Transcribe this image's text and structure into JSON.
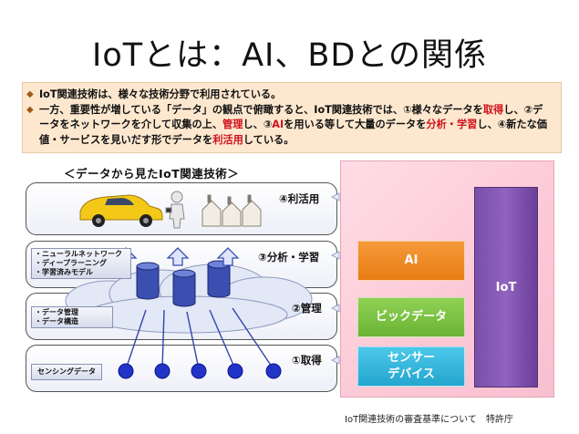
{
  "title": "IoTとは：AI、BDとの関係",
  "bullets": {
    "b1": "IoT関連技術は、様々な技術分野で利用されている。",
    "b2_a": "一方、重要性が増している「データ」の観点で俯瞰すると、IoT関連技術では、①様々なデータを",
    "b2_red1": "取得",
    "b2_b": "し、②データをネットワークを介して収集の上、",
    "b2_red2": "管理",
    "b2_c": "し、③",
    "b2_red3": "AI",
    "b2_d": "を用いる等して大量のデータを",
    "b2_red4": "分析・学習",
    "b2_e": "し、④新たな価値・サービスを見いだす形でデータを",
    "b2_red5": "利活用",
    "b2_f": "している。"
  },
  "diagram": {
    "title": "＜データから見たIoT関連技術＞",
    "layers": {
      "utilize": "④利活用",
      "analyze": "③分析・学習",
      "manage": "②管理",
      "acquire": "①取得"
    },
    "tags": {
      "nn": "・ニューラルネットワーク",
      "dl": "・ディープラーニング",
      "model": "・学習済みモデル",
      "dm": "・データ管理",
      "ds": "・データ構造",
      "sensing": "センシングデータ"
    }
  },
  "right": {
    "ai": "AI",
    "bigdata": "ビックデータ",
    "sensor1": "センサー",
    "sensor2": "デバイス",
    "iot": "IoT"
  },
  "colors": {
    "ai": "#f08a24",
    "bigdata": "#7cc043",
    "sensor": "#35b8dc",
    "iot": "#7a4fa8",
    "red": "#d0101a"
  },
  "credit": "IoT関連技術の審査基準について　特許庁"
}
